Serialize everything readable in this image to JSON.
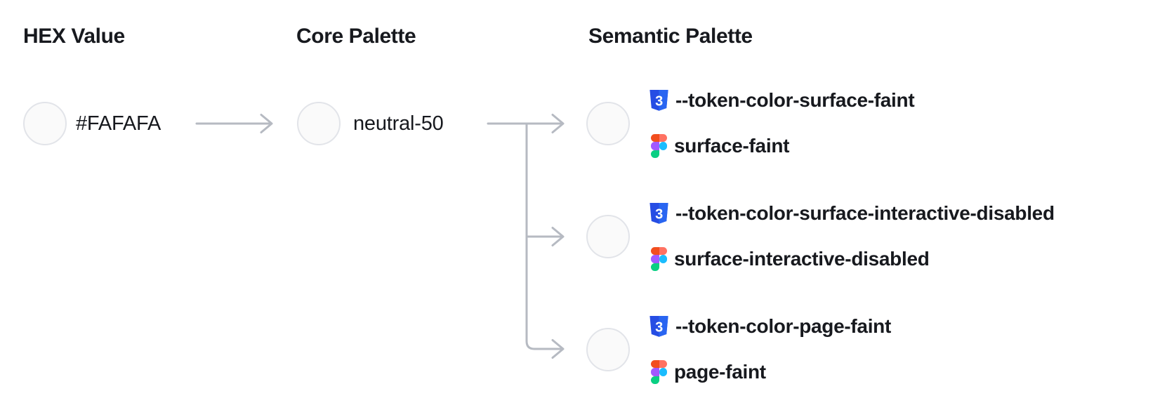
{
  "columns": {
    "hex": {
      "header": "HEX Value",
      "label": "#FAFAFA"
    },
    "core": {
      "header": "Core Palette",
      "label": "neutral-50"
    },
    "semantic": {
      "header": "Semantic Palette",
      "tokens": [
        {
          "css": "--token-color-surface-faint",
          "figma": "surface-faint"
        },
        {
          "css": "--token-color-surface-interactive-disabled",
          "figma": "surface-interactive-disabled"
        },
        {
          "css": "--token-color-page-faint",
          "figma": "page-faint"
        }
      ]
    }
  },
  "icons": {
    "css": "css3-shield-icon",
    "figma": "figma-logo-icon",
    "arrow": "arrow-right-connector"
  },
  "colors": {
    "swatch_fill": "#FAFAFA",
    "swatch_border": "#E2E4E9",
    "connector": "#B6BAC2",
    "text_primary": "#17191E",
    "css_blue_dark": "#264DE4",
    "css_blue_light": "#2965F1",
    "figma_red": "#F24E1E",
    "figma_salmon": "#FF7262",
    "figma_purple": "#A259FF",
    "figma_blue": "#1ABCFE",
    "figma_green": "#0ACF83"
  }
}
